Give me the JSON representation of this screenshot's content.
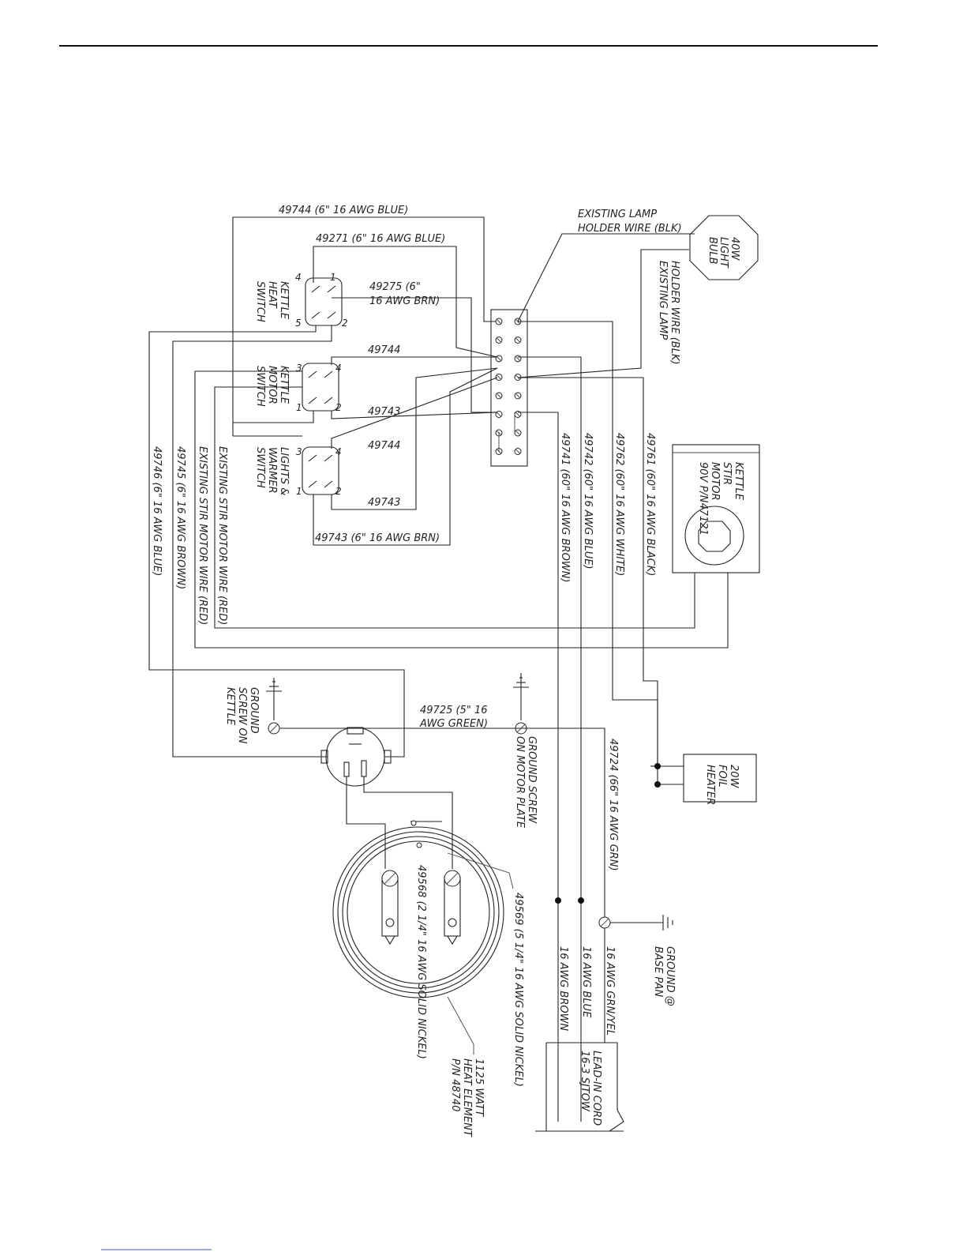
{
  "labels": {
    "w49744_top": "49744 (6\" 16 AWG BLUE)",
    "w49271": "49271 (6\" 16 AWG BLUE)",
    "w49275_a": "49275 (6\"",
    "w49275_b": "16 AWG BRN)",
    "w49744_1": "49744",
    "w49743_1": "49743",
    "w49744_2": "49744",
    "w49743_2": "49743",
    "w49743_bottom": "49743 (6\" 16 AWG BRN)",
    "lamp_holder_1_a": "EXISTING LAMP",
    "lamp_holder_1_b": "HOLDER WIRE (BLK)",
    "lamp_holder_2_a": "EXISTING LAMP",
    "lamp_holder_2_b": "HOLDER WIRE (BLK)",
    "bulb_a": "40W",
    "bulb_b": "LIGHT",
    "bulb_c": "BULB",
    "heat_switch_a": "KETTLE",
    "heat_switch_b": "HEAT",
    "heat_switch_c": "SWITCH",
    "motor_switch_a": "KETTLE",
    "motor_switch_b": "MOTOR",
    "motor_switch_c": "SWITCH",
    "lights_switch_a": "LIGHTS &",
    "lights_switch_b": "WARMER",
    "lights_switch_c": "SWITCH",
    "w49741": "49741 (60\" 16 AWG BROWN)",
    "w49742": "49742 (60\" 16 AWG BLUE)",
    "w49762": "49762 (60\" 16 AWG WHITE)",
    "w49761": "49761 (60\" 16 AWG BLACK)",
    "motor_a": "KETTLE",
    "motor_b": "STIR",
    "motor_c": "MOTOR",
    "motor_d": "90V P/N47121",
    "w49746": "49746 (6\" 16 AWG BLUE)",
    "w49745": "49745 (6\" 16 AWG BROWN)",
    "existing_stir_red_1": "EXISTING STIR MOTOR WIRE (RED)",
    "existing_stir_red_2": "EXISTING STIR MOTOR WIRE (RED)",
    "ground_kettle_a": "GROUND",
    "ground_kettle_b": "SCREW ON",
    "ground_kettle_c": "KETTLE",
    "w49725_a": "49725 (5\" 16",
    "w49725_b": "AWG GREEN)",
    "ground_motor_a": "GROUND SCREW",
    "ground_motor_b": "ON MOTOR PLATE",
    "w49724": "49724 (66\" 16 AWG GRN)",
    "foil_a": "20W",
    "foil_b": "FOIL",
    "foil_c": "HEATER",
    "w49568": "49568 (2 1/4\" 16 AWG SOLID NICKEL)",
    "w49569": "49569 (5 1/4\" 16 AWG SOLID NICKEL)",
    "heat_el_a": "1125 WATT",
    "heat_el_b": "HEAT ELEMENT",
    "heat_el_c": "P/N 48740",
    "cord_brown": "16 AWG BROWN",
    "cord_blue": "16 AWG BLUE",
    "cord_grn": "16 AWG GRN/YEL",
    "ground_base_a": "GROUND @",
    "ground_base_b": "BASE PAN",
    "leadin_a": "LEAD-IN CORD",
    "leadin_b": "16-3 SJTOW",
    "pin_1": "1",
    "pin_2": "2",
    "pin_4": "4",
    "pin_5": "5",
    "pin_3a": "3",
    "pin_4a": "4",
    "pin_1a": "1",
    "pin_2a": "2",
    "pin_3b": "3",
    "pin_4b": "4",
    "pin_1b": "1",
    "pin_2b": "2"
  }
}
